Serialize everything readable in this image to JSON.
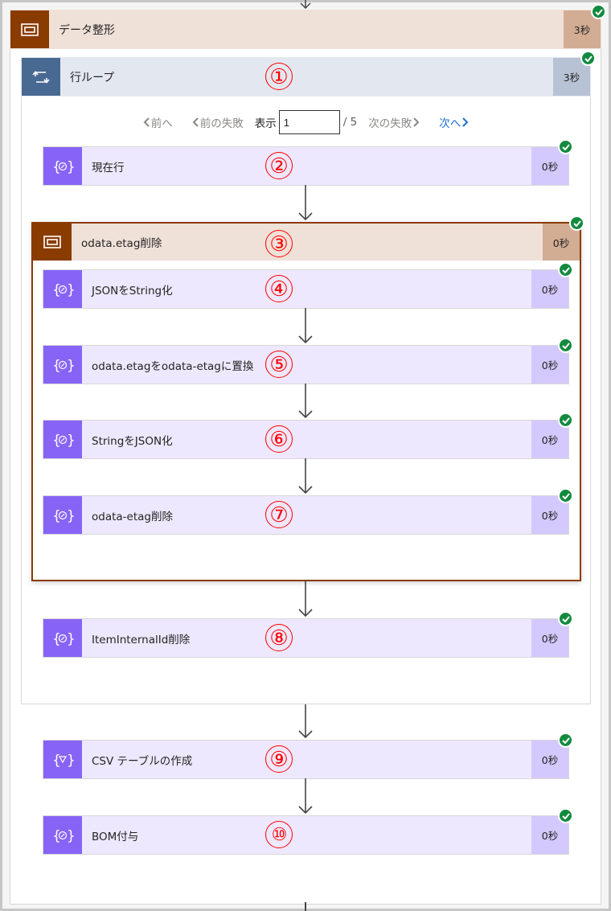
{
  "outer_scope": {
    "title": "データ整形",
    "duration": "3秒",
    "status": "succeeded",
    "icon": "scope-icon",
    "colors": {
      "icon_bg": "#8a3b00",
      "body_bg": "#efe1d8",
      "duration_bg": "#d3ac94"
    }
  },
  "loop": {
    "title": "行ループ",
    "duration": "3秒",
    "status": "succeeded",
    "icon": "loop-icon",
    "marker": "①",
    "colors": {
      "icon_bg": "#486991",
      "body_bg": "#e3e8f0",
      "duration_bg": "#b7c3d4"
    },
    "pager": {
      "prev_label": "前へ",
      "prev_failed_label": "前の失敗",
      "show_label": "表示",
      "current_value": "1",
      "total_label": "/ 5",
      "next_failed_label": "次の失敗",
      "next_label": "次へ"
    }
  },
  "actions": [
    {
      "id": "current-row",
      "title": "現在行",
      "duration": "0秒",
      "marker": "②",
      "icon": "compose-icon",
      "status": "succeeded"
    },
    {
      "id": "json-to-string",
      "title": "JSONをString化",
      "duration": "0秒",
      "marker": "④",
      "icon": "compose-icon",
      "status": "succeeded"
    },
    {
      "id": "replace-etag",
      "title": "odata.etagをodata-etagに置換",
      "duration": "0秒",
      "marker": "⑤",
      "icon": "compose-icon",
      "status": "succeeded"
    },
    {
      "id": "string-to-json",
      "title": "StringをJSON化",
      "duration": "0秒",
      "marker": "⑥",
      "icon": "compose-icon",
      "status": "succeeded"
    },
    {
      "id": "remove-odata-etag",
      "title": "odata-etag削除",
      "duration": "0秒",
      "marker": "⑦",
      "icon": "compose-icon",
      "status": "succeeded"
    },
    {
      "id": "remove-item-internal-id",
      "title": "ItemInternalId削除",
      "duration": "0秒",
      "marker": "⑧",
      "icon": "compose-icon",
      "status": "succeeded"
    },
    {
      "id": "create-csv-table",
      "title": "CSV テーブルの作成",
      "duration": "0秒",
      "marker": "⑨",
      "icon": "csv-table-icon",
      "status": "succeeded"
    },
    {
      "id": "add-bom",
      "title": "BOM付与",
      "duration": "0秒",
      "marker": "⑩",
      "icon": "compose-icon",
      "status": "succeeded"
    }
  ],
  "inner_scope": {
    "title": "odata.etag削除",
    "duration": "0秒",
    "marker": "③",
    "status": "succeeded",
    "icon": "scope-icon",
    "colors": {
      "icon_bg": "#8a3b00",
      "body_bg": "#efe1d8",
      "duration_bg": "#d3ac94",
      "border": "#8a3b00"
    }
  },
  "action_colors": {
    "icon_bg": "#8764f5",
    "body_bg": "#ede8fd",
    "duration_bg": "#d4c9fc"
  },
  "status_color": "#128a3e",
  "marker_color": "#ff0000"
}
